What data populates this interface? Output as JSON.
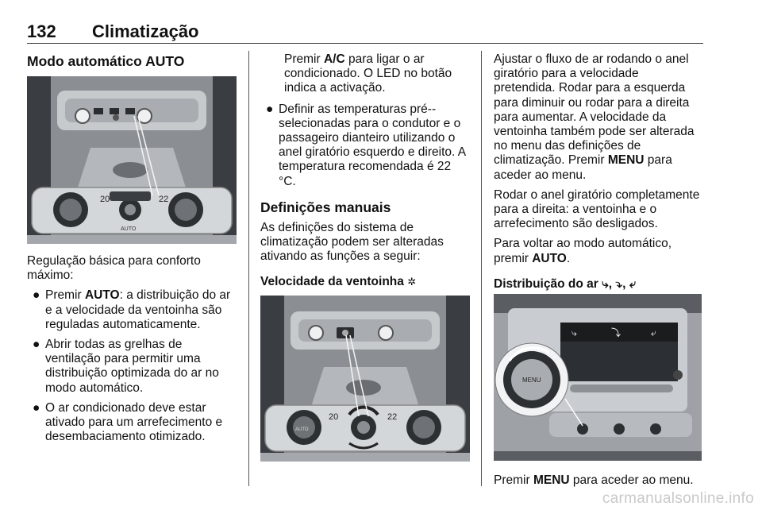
{
  "header": {
    "page_number": "132",
    "title": "Climatização"
  },
  "left": {
    "heading": "Modo automático AUTO",
    "intro": "Regulação básica para conforto máximo:",
    "bullet1": {
      "pre": "Premir ",
      "key": "AUTO",
      "post": ": a distribuição do ar e a velocidade da ventoinha são reguladas automaticamente."
    },
    "bullet2": "Abrir todas as grelhas de ventilação para permitir uma distribuição optimizada do ar no modo automático.",
    "bullet3": "O ar condicionado deve estar ativado para um arrefecimento e desembaciamento otimizado."
  },
  "middle": {
    "cont": {
      "pre": "Premir ",
      "key": "A/C",
      "post": " para ligar o ar condicionado. O LED no botão indica a activação."
    },
    "bullet": "Definir as temperaturas pré--selecionadas para o condutor e o passageiro dianteiro utilizando o anel giratório esquerdo e direito. A temperatura recomendada é 22 °C.",
    "heading": "Definições manuais",
    "para": "As definições do sistema de climatização podem ser alteradas ativando as funções a seguir:",
    "subheading": "Velocidade da ventoinha"
  },
  "right": {
    "p1": {
      "pre": "Ajustar o fluxo de ar rodando o anel giratório para a velocidade pretendida. Rodar para a esquerda para diminuir ou rodar para a direita para aumentar. A velocidade da ventoinha também pode ser alterada no menu das definições de climatização. Premir ",
      "key": "MENU",
      "post": " para aceder ao menu."
    },
    "p2": "Rodar o anel giratório completamente para a direita: a ventoinha e o arrefecimento são desligados.",
    "p3": {
      "pre": "Para voltar ao modo automático, premir ",
      "key": "AUTO",
      "post": "."
    },
    "subheading": "Distribuição do ar",
    "caption": {
      "pre": "Premir ",
      "key": "MENU",
      "post": " para aceder ao menu."
    }
  },
  "figures": {
    "fig1": {
      "temp_left": "20",
      "temp_right": "22",
      "auto_label": "AUTO"
    },
    "fig2": {
      "temp_left": "20",
      "temp_right": "22",
      "auto_label": "AUTO"
    },
    "fig3": {
      "menu_label": "MENU"
    }
  },
  "watermark": "carmanualsonline.info",
  "icons": [
    "fan-icon",
    "airflow-face-icon",
    "airflow-face-feet-icon",
    "airflow-feet-icon"
  ]
}
